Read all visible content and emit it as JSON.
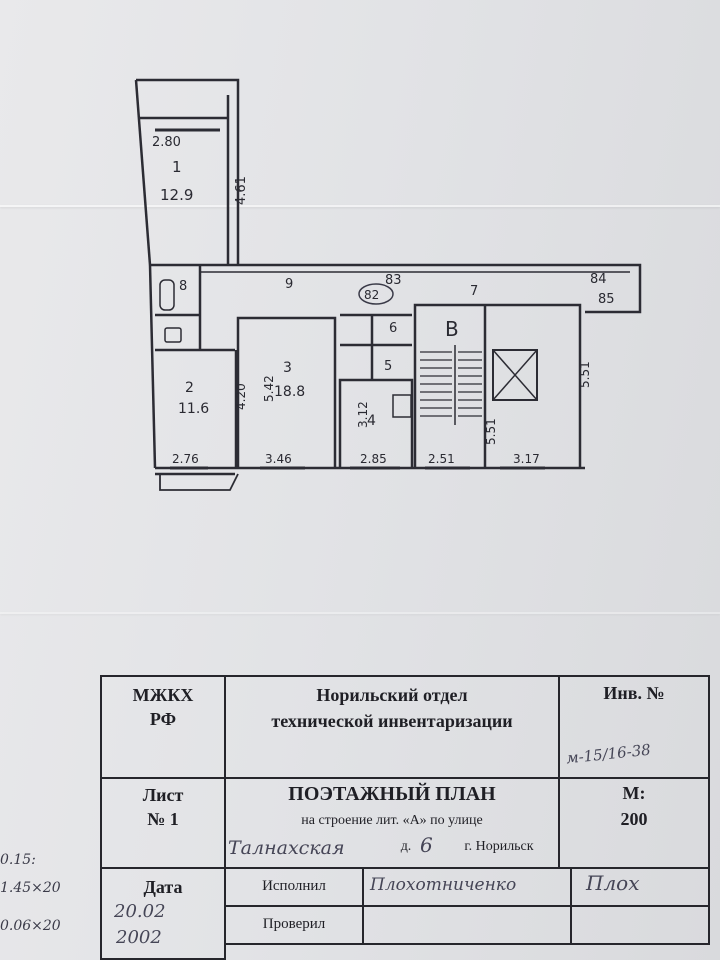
{
  "plan": {
    "rooms": [
      {
        "id": "1",
        "area": "12.9"
      },
      {
        "id": "2",
        "area": "11.6"
      },
      {
        "id": "3",
        "area": "18.8"
      },
      {
        "id": "4",
        "area": ""
      },
      {
        "id": "5",
        "area": ""
      },
      {
        "id": "6",
        "area": ""
      },
      {
        "id": "7",
        "area": ""
      },
      {
        "id": "8",
        "area": ""
      },
      {
        "id": "9",
        "area": ""
      }
    ],
    "stair_label": "В",
    "dimensions": [
      "2.80",
      "4.61",
      "2.76",
      "4.20",
      "5.42",
      "3.46",
      "3.12",
      "2.85",
      "2.51",
      "5.51",
      "3.17",
      "5.51"
    ],
    "marks": [
      "83",
      "82",
      "84",
      "85"
    ]
  },
  "stamp": {
    "org_short": "МЖКХ\nРФ",
    "org_name_line1": "Норильский отдел",
    "org_name_line2": "технической инвентаризации",
    "inv_label": "Инв. №",
    "inv_value": "м-15/16-38",
    "sheet_label": "Лист",
    "sheet_number": "№ 1",
    "title": "ПОЭТАЖНЫЙ ПЛАН",
    "subtitle": "на строение лит. «А» по улице",
    "street_handwritten": "Талнахская",
    "house_prefix": "д.",
    "house_number": "6",
    "city": "г. Норильск",
    "scale_label": "М:",
    "scale_value": "200",
    "date_label": "Дата",
    "date_value": "20.02",
    "date_value2": "2002",
    "performed_label": "Исполнил",
    "performed_name": "Плохотниченко",
    "performed_sign": "Плох",
    "checked_label": "Проверил"
  },
  "side_notes": [
    "0.15:",
    "1.45×20",
    "0.06×20"
  ]
}
